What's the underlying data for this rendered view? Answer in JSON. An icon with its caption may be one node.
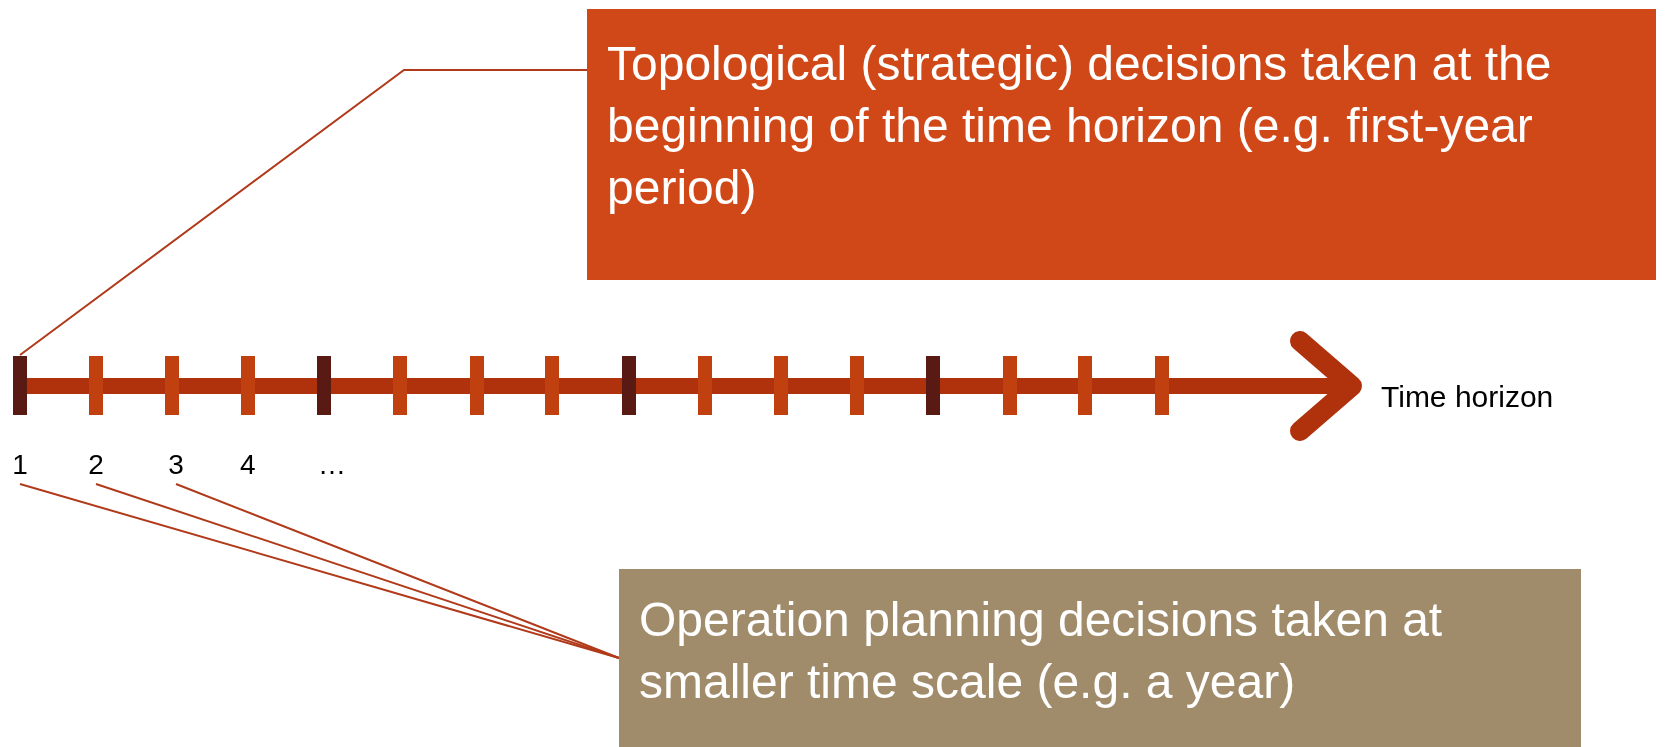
{
  "diagram": {
    "nodes": [
      {
        "text": [
          "Topological (strategic) decisions taken at the beginning of the time horizon (e.g. first-year period)"
        ]
      },
      {
        "text": [],
        "shape": "bar"
      },
      {
        "text": [
          "Operation planning decisions taken at smaller time scale (e.g. a year)"
        ]
      },
      {
        "text": [
          "1"
        ]
      },
      {
        "text": [
          "2"
        ]
      },
      {
        "text": [
          "3"
        ]
      }
    ],
    "edges": [
      {
        "from": 0,
        "to": 1,
        "arrow": "none"
      },
      {
        "from": 2,
        "to": 3,
        "arrow": "none"
      },
      {
        "from": 2,
        "to": 4,
        "arrow": "none"
      },
      {
        "from": 2,
        "to": 5,
        "arrow": "none"
      }
    ],
    "labels": [
      "Time horizon",
      "4",
      "…"
    ]
  }
}
